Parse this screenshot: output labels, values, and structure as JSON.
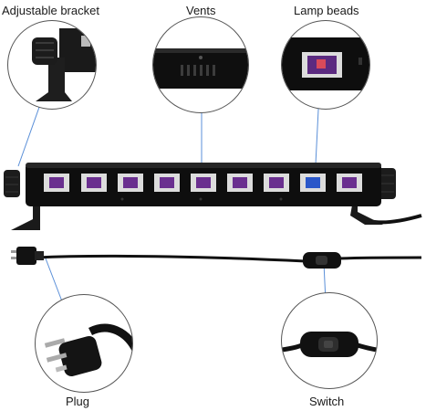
{
  "callouts": {
    "bracket": "Adjustable bracket",
    "vents": "Vents",
    "beads": "Lamp beads",
    "plug": "Plug",
    "switch": "Switch"
  },
  "colors": {
    "body": "#0e0e0e",
    "led_purple": "#6a2f8f",
    "led_blue": "#2a57c9",
    "outline": "#555555"
  },
  "product": {
    "lamp_bead_count": 9
  },
  "icons": [
    "bracket-knob-icon",
    "plug-icon",
    "inline-switch-icon"
  ]
}
